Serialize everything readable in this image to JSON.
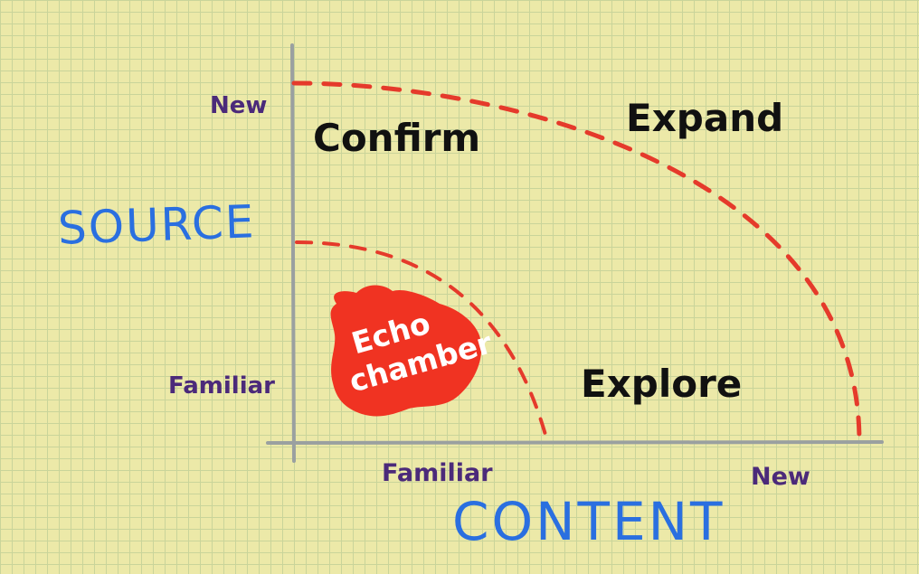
{
  "axes": {
    "y_title": "SOURCE",
    "x_title": "CONTENT",
    "y_ticks": {
      "high": "New",
      "low": "Familiar"
    },
    "x_ticks": {
      "low": "Familiar",
      "high": "New"
    }
  },
  "quadrants": {
    "top_left": "Confirm",
    "top_right": "Expand",
    "bottom_right": "Explore"
  },
  "echo_chamber": {
    "line1": "Echo",
    "line2": "chamber"
  },
  "colors": {
    "background": "#ece9a8",
    "grid": "#c9d49a",
    "axis": "#9aa0a0",
    "boundary": "#e53a2b",
    "blob": "#f03322",
    "axis_title": "#2a6fe0",
    "tick_label": "#4b2a7a"
  }
}
